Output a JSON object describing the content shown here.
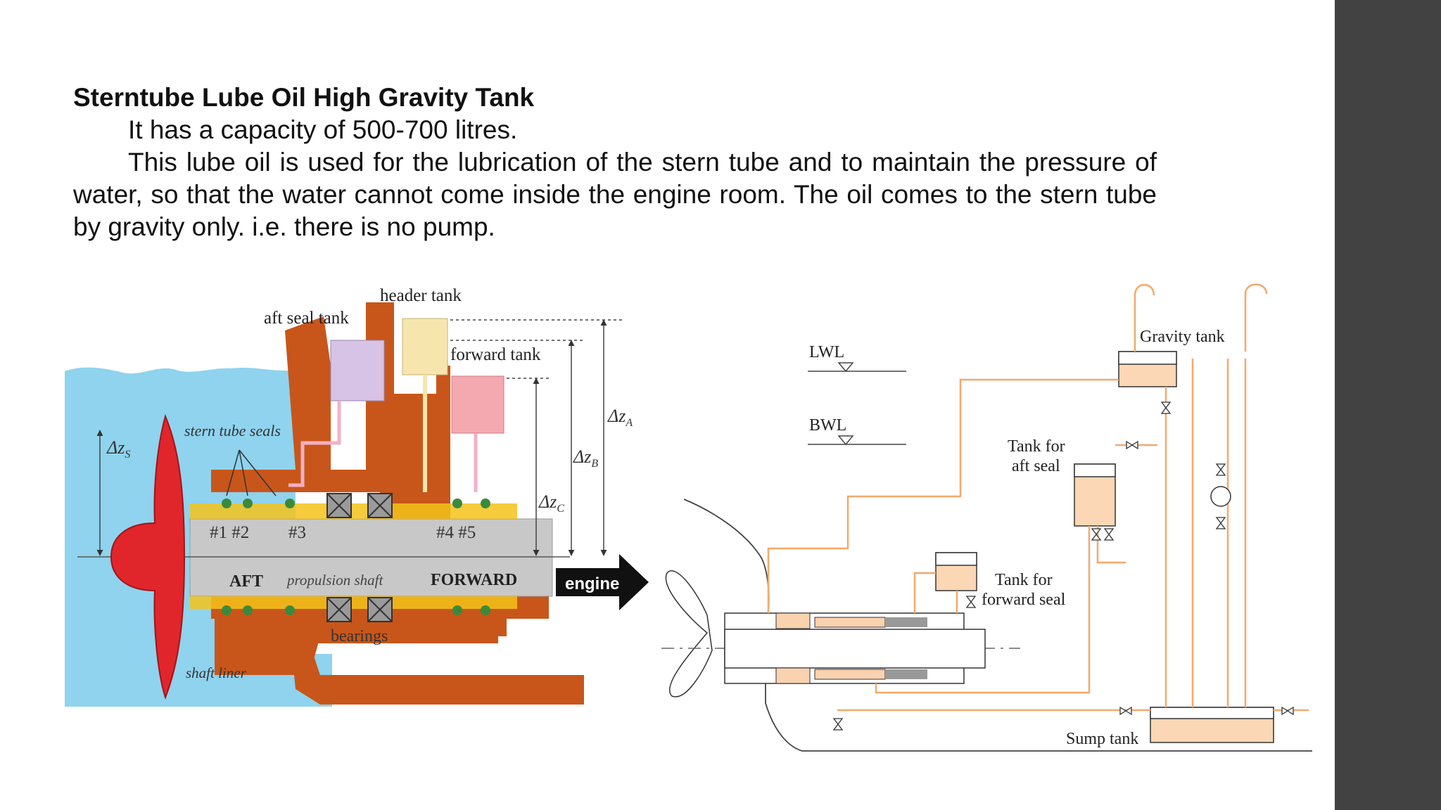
{
  "slide": {
    "title": "Sterntube Lube Oil High Gravity Tank",
    "paragraphs": [
      "It has a capacity of 500-700 litres.",
      "This lube oil is used for the lubrication of the stern tube and to maintain the pressure of water, so that the water cannot come inside the engine room. The oil comes to the stern tube by gravity only. i.e. there is no pump."
    ]
  },
  "figure_left": {
    "header_tank": "header tank",
    "aft_seal_tank": "aft seal tank",
    "forward_tank": "forward tank",
    "stern_tube_seals": "stern tube seals",
    "dz_s": "Δz",
    "dz_s_sub": "S",
    "dz_a": "Δz",
    "dz_a_sub": "A",
    "dz_b": "Δz",
    "dz_b_sub": "B",
    "dz_c": "Δz",
    "dz_c_sub": "C",
    "seal_12": "#1 #2",
    "seal_3": "#3",
    "seal_45": "#4 #5",
    "aft": "AFT",
    "propulsion_shaft": "propulsion shaft",
    "forward": "FORWARD",
    "engine": "engine",
    "bearings": "bearings",
    "shaft_liner": "shaft liner"
  },
  "figure_right": {
    "lwl": "LWL",
    "bwl": "BWL",
    "gravity_tank": "Gravity tank",
    "tank_aft_seal_line1": "Tank for",
    "tank_aft_seal_line2": "aft seal",
    "tank_fwd_seal_line1": "Tank for",
    "tank_fwd_seal_line2": "forward seal",
    "sump_tank": "Sump tank"
  },
  "colors": {
    "sea": "#8fd3ee",
    "hull": "#c8561a",
    "shaft": "#c8c8c8",
    "propeller": "#e0262b",
    "aft_seal_tank": "#d7c3e6",
    "header_tank": "#f6e6ae",
    "forward_tank": "#f4a9b1",
    "pipe_orange": "#f5a86a",
    "right_band": "#424242"
  }
}
